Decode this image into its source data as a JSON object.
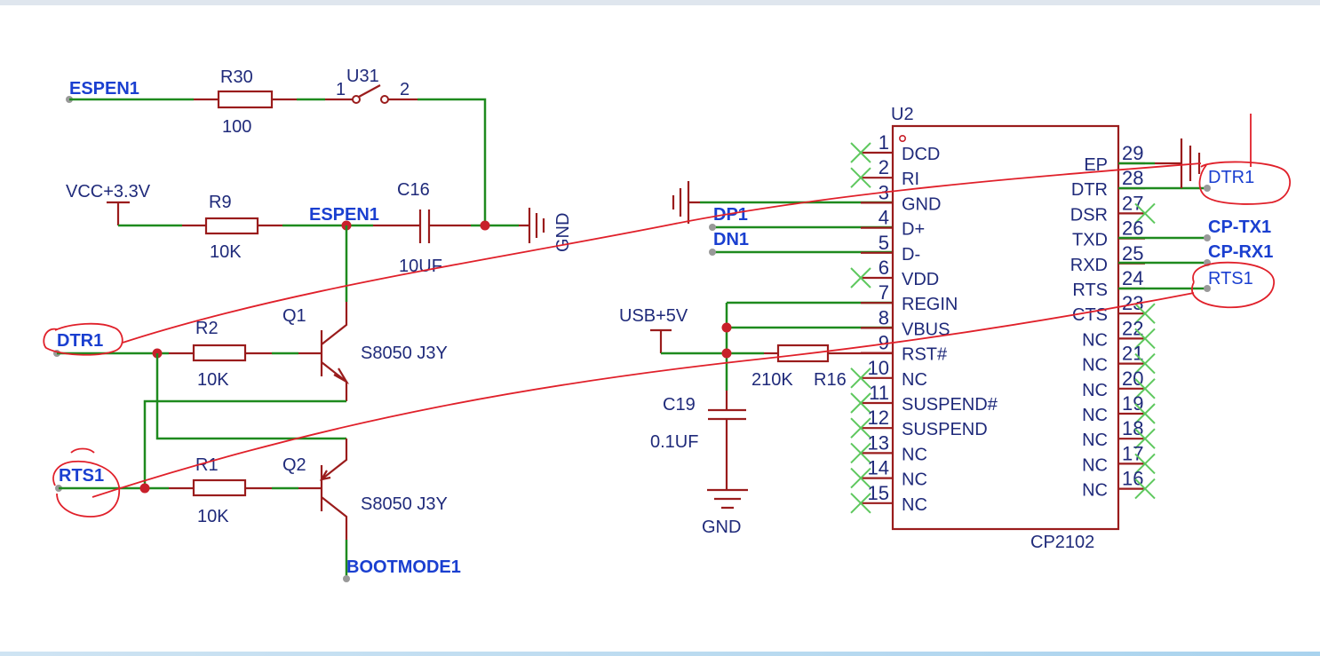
{
  "components": {
    "r30": {
      "ref": "R30",
      "value": "100"
    },
    "u31": {
      "ref": "U31",
      "pin1": "1",
      "pin2": "2"
    },
    "r9": {
      "ref": "R9",
      "value": "10K"
    },
    "c16": {
      "ref": "C16",
      "value": "10UF"
    },
    "r2": {
      "ref": "R2",
      "value": "10K"
    },
    "r1": {
      "ref": "R1",
      "value": "10K"
    },
    "q1": {
      "ref": "Q1",
      "value": "S8050 J3Y"
    },
    "q2": {
      "ref": "Q2",
      "value": "S8050 J3Y"
    },
    "c19": {
      "ref": "C19",
      "value": "0.1UF"
    },
    "r16": {
      "ref": "R16",
      "value": "210K"
    },
    "u2": {
      "ref": "U2",
      "part": "CP2102"
    }
  },
  "nets": {
    "espen1_left": "ESPEN1",
    "espen1_mid": "ESPEN1",
    "vcc": "VCC+3.3V",
    "gnd_c16": "GND",
    "gnd_c19": "GND",
    "dtr1_left": "DTR1",
    "rts1_left": "RTS1",
    "bootmode1": "BOOTMODE1",
    "usb5v": "USB+5V",
    "dp1": "DP1",
    "dn1": "DN1",
    "dtr1_right": "DTR1",
    "cptx1": "CP-TX1",
    "cprx1": "CP-RX1",
    "rts1_right": "RTS1"
  },
  "u2_pins_left": [
    {
      "num": "1",
      "name": "DCD",
      "nc": true
    },
    {
      "num": "2",
      "name": "RI",
      "nc": true
    },
    {
      "num": "3",
      "name": "GND",
      "nc": false
    },
    {
      "num": "4",
      "name": "D+",
      "nc": false
    },
    {
      "num": "5",
      "name": "D-",
      "nc": false
    },
    {
      "num": "6",
      "name": "VDD",
      "nc": true
    },
    {
      "num": "7",
      "name": "REGIN",
      "nc": false
    },
    {
      "num": "8",
      "name": "VBUS",
      "nc": false
    },
    {
      "num": "9",
      "name": "RST#",
      "nc": false
    },
    {
      "num": "10",
      "name": "NC",
      "nc": true
    },
    {
      "num": "11",
      "name": "SUSPEND#",
      "nc": true
    },
    {
      "num": "12",
      "name": "SUSPEND",
      "nc": true
    },
    {
      "num": "13",
      "name": "NC",
      "nc": true
    },
    {
      "num": "14",
      "name": "NC",
      "nc": true
    },
    {
      "num": "15",
      "name": "NC",
      "nc": true
    }
  ],
  "u2_pins_right": [
    {
      "num": "29",
      "name": "EP",
      "nc": false
    },
    {
      "num": "28",
      "name": "DTR",
      "nc": false
    },
    {
      "num": "27",
      "name": "DSR",
      "nc": true
    },
    {
      "num": "26",
      "name": "TXD",
      "nc": false
    },
    {
      "num": "25",
      "name": "RXD",
      "nc": false
    },
    {
      "num": "24",
      "name": "RTS",
      "nc": false
    },
    {
      "num": "23",
      "name": "CTS",
      "nc": true
    },
    {
      "num": "22",
      "name": "NC",
      "nc": true
    },
    {
      "num": "21",
      "name": "NC",
      "nc": true
    },
    {
      "num": "20",
      "name": "NC",
      "nc": true
    },
    {
      "num": "19",
      "name": "NC",
      "nc": true
    },
    {
      "num": "18",
      "name": "NC",
      "nc": true
    },
    {
      "num": "17",
      "name": "NC",
      "nc": true
    },
    {
      "num": "16",
      "name": "NC",
      "nc": true
    }
  ],
  "colors": {
    "wire": "#1e8a1e",
    "component": "#9a1c1c",
    "net_label": "#1a3fd0",
    "text": "#1f2a7a",
    "annotation": "#e0202a",
    "no_connect": "#5ec85e"
  }
}
